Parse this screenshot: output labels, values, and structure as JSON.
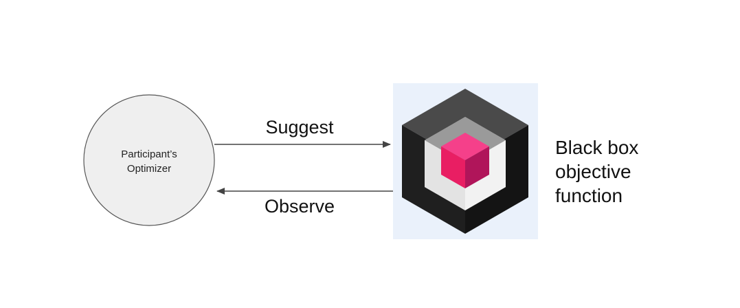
{
  "optimizer": {
    "label_line1": "Participant’s",
    "label_line2": "Optimizer"
  },
  "edges": {
    "suggest_label": "Suggest",
    "observe_label": "Observe"
  },
  "black_box": {
    "icon": "nested-cube-icon",
    "label_line1": "Black box",
    "label_line2": "objective",
    "label_line3": "function"
  },
  "colors": {
    "circle_fill": "#efefef",
    "circle_stroke": "#555555",
    "arrow": "#444444",
    "icon_background": "#eaf1fb",
    "cube_outer_top": "#4a4a4a",
    "cube_outer_side": "#1b1b1b",
    "cube_inner_light": "#d8d8d8",
    "cube_core": "#e91e63"
  }
}
